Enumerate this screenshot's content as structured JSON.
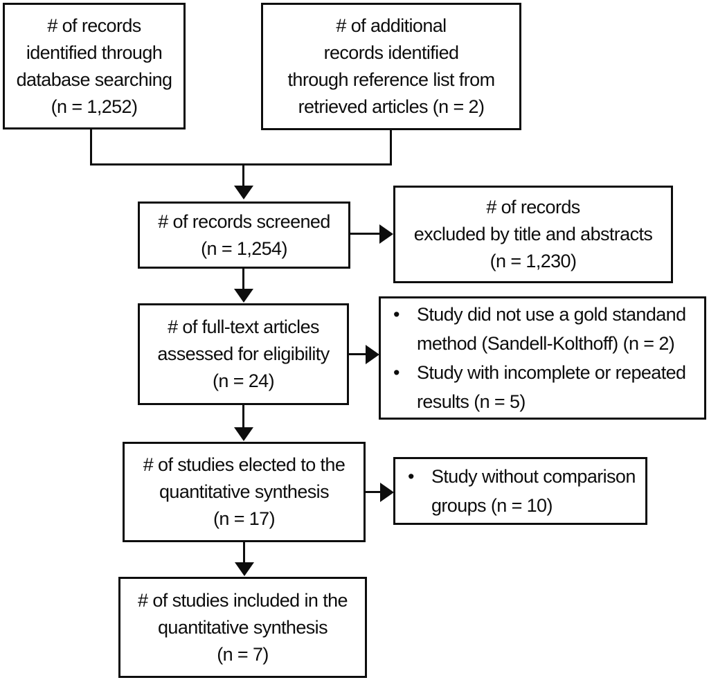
{
  "diagram": {
    "type": "study-selection-flowchart",
    "colors": {
      "border": "#0d0d0d",
      "text": "#0d0d0d",
      "background": "#ffffff"
    },
    "boxes": {
      "identified": {
        "lines": [
          "# of records",
          "identified through",
          "database searching",
          "(n = 1,252)"
        ]
      },
      "additional": {
        "lines": [
          "# of additional",
          "records identified",
          "through reference list from",
          "retrieved articles (n = 2)"
        ]
      },
      "screened": {
        "lines": [
          "# of records screened",
          "(n = 1,254)"
        ]
      },
      "excluded": {
        "lines": [
          "# of records",
          "excluded by title and abstracts",
          "(n = 1,230)"
        ]
      },
      "fulltext": {
        "lines": [
          "# of full-text articles",
          "assessed for eligibility",
          "(n = 24)"
        ]
      },
      "fulltext_exclusions": {
        "bullet_char": "•",
        "bullets": [
          "Study did not use a gold standand method (Sandell-Kolthoff) (n = 2)",
          "Study with incomplete or repeated results (n = 5)"
        ]
      },
      "elected": {
        "lines": [
          "# of studies elected to the",
          "quantitative synthesis",
          "(n = 17)"
        ]
      },
      "elected_exclusions": {
        "bullet_char": "•",
        "bullets": [
          "Study without comparison groups (n = 10)"
        ]
      },
      "included": {
        "lines": [
          "# of studies included in the",
          "quantitative synthesis",
          "(n = 7)"
        ]
      }
    }
  }
}
